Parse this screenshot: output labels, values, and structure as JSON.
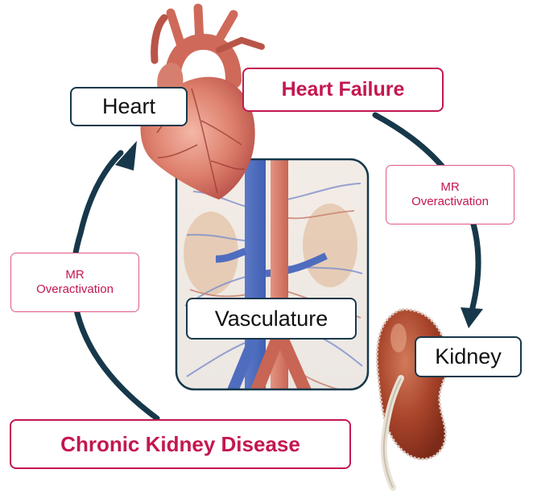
{
  "labels": {
    "heart": "Heart",
    "kidney": "Kidney",
    "vasculature": "Vasculature",
    "heart_failure": "Heart Failure",
    "ckd": "Chronic Kidney Disease",
    "mr_right_line1": "MR",
    "mr_right_line2": "Overactivation",
    "mr_left_line1": "MR",
    "mr_left_line2": "Overactivation"
  },
  "colors": {
    "arrow": "#17384a",
    "condition_text": "#c4174f",
    "mr_border": "#e05a80",
    "organ_border": "#17384a"
  },
  "icons": {
    "heart": "heart-illustration",
    "kidney": "kidney-illustration",
    "vasculature": "vasculature-illustration"
  }
}
